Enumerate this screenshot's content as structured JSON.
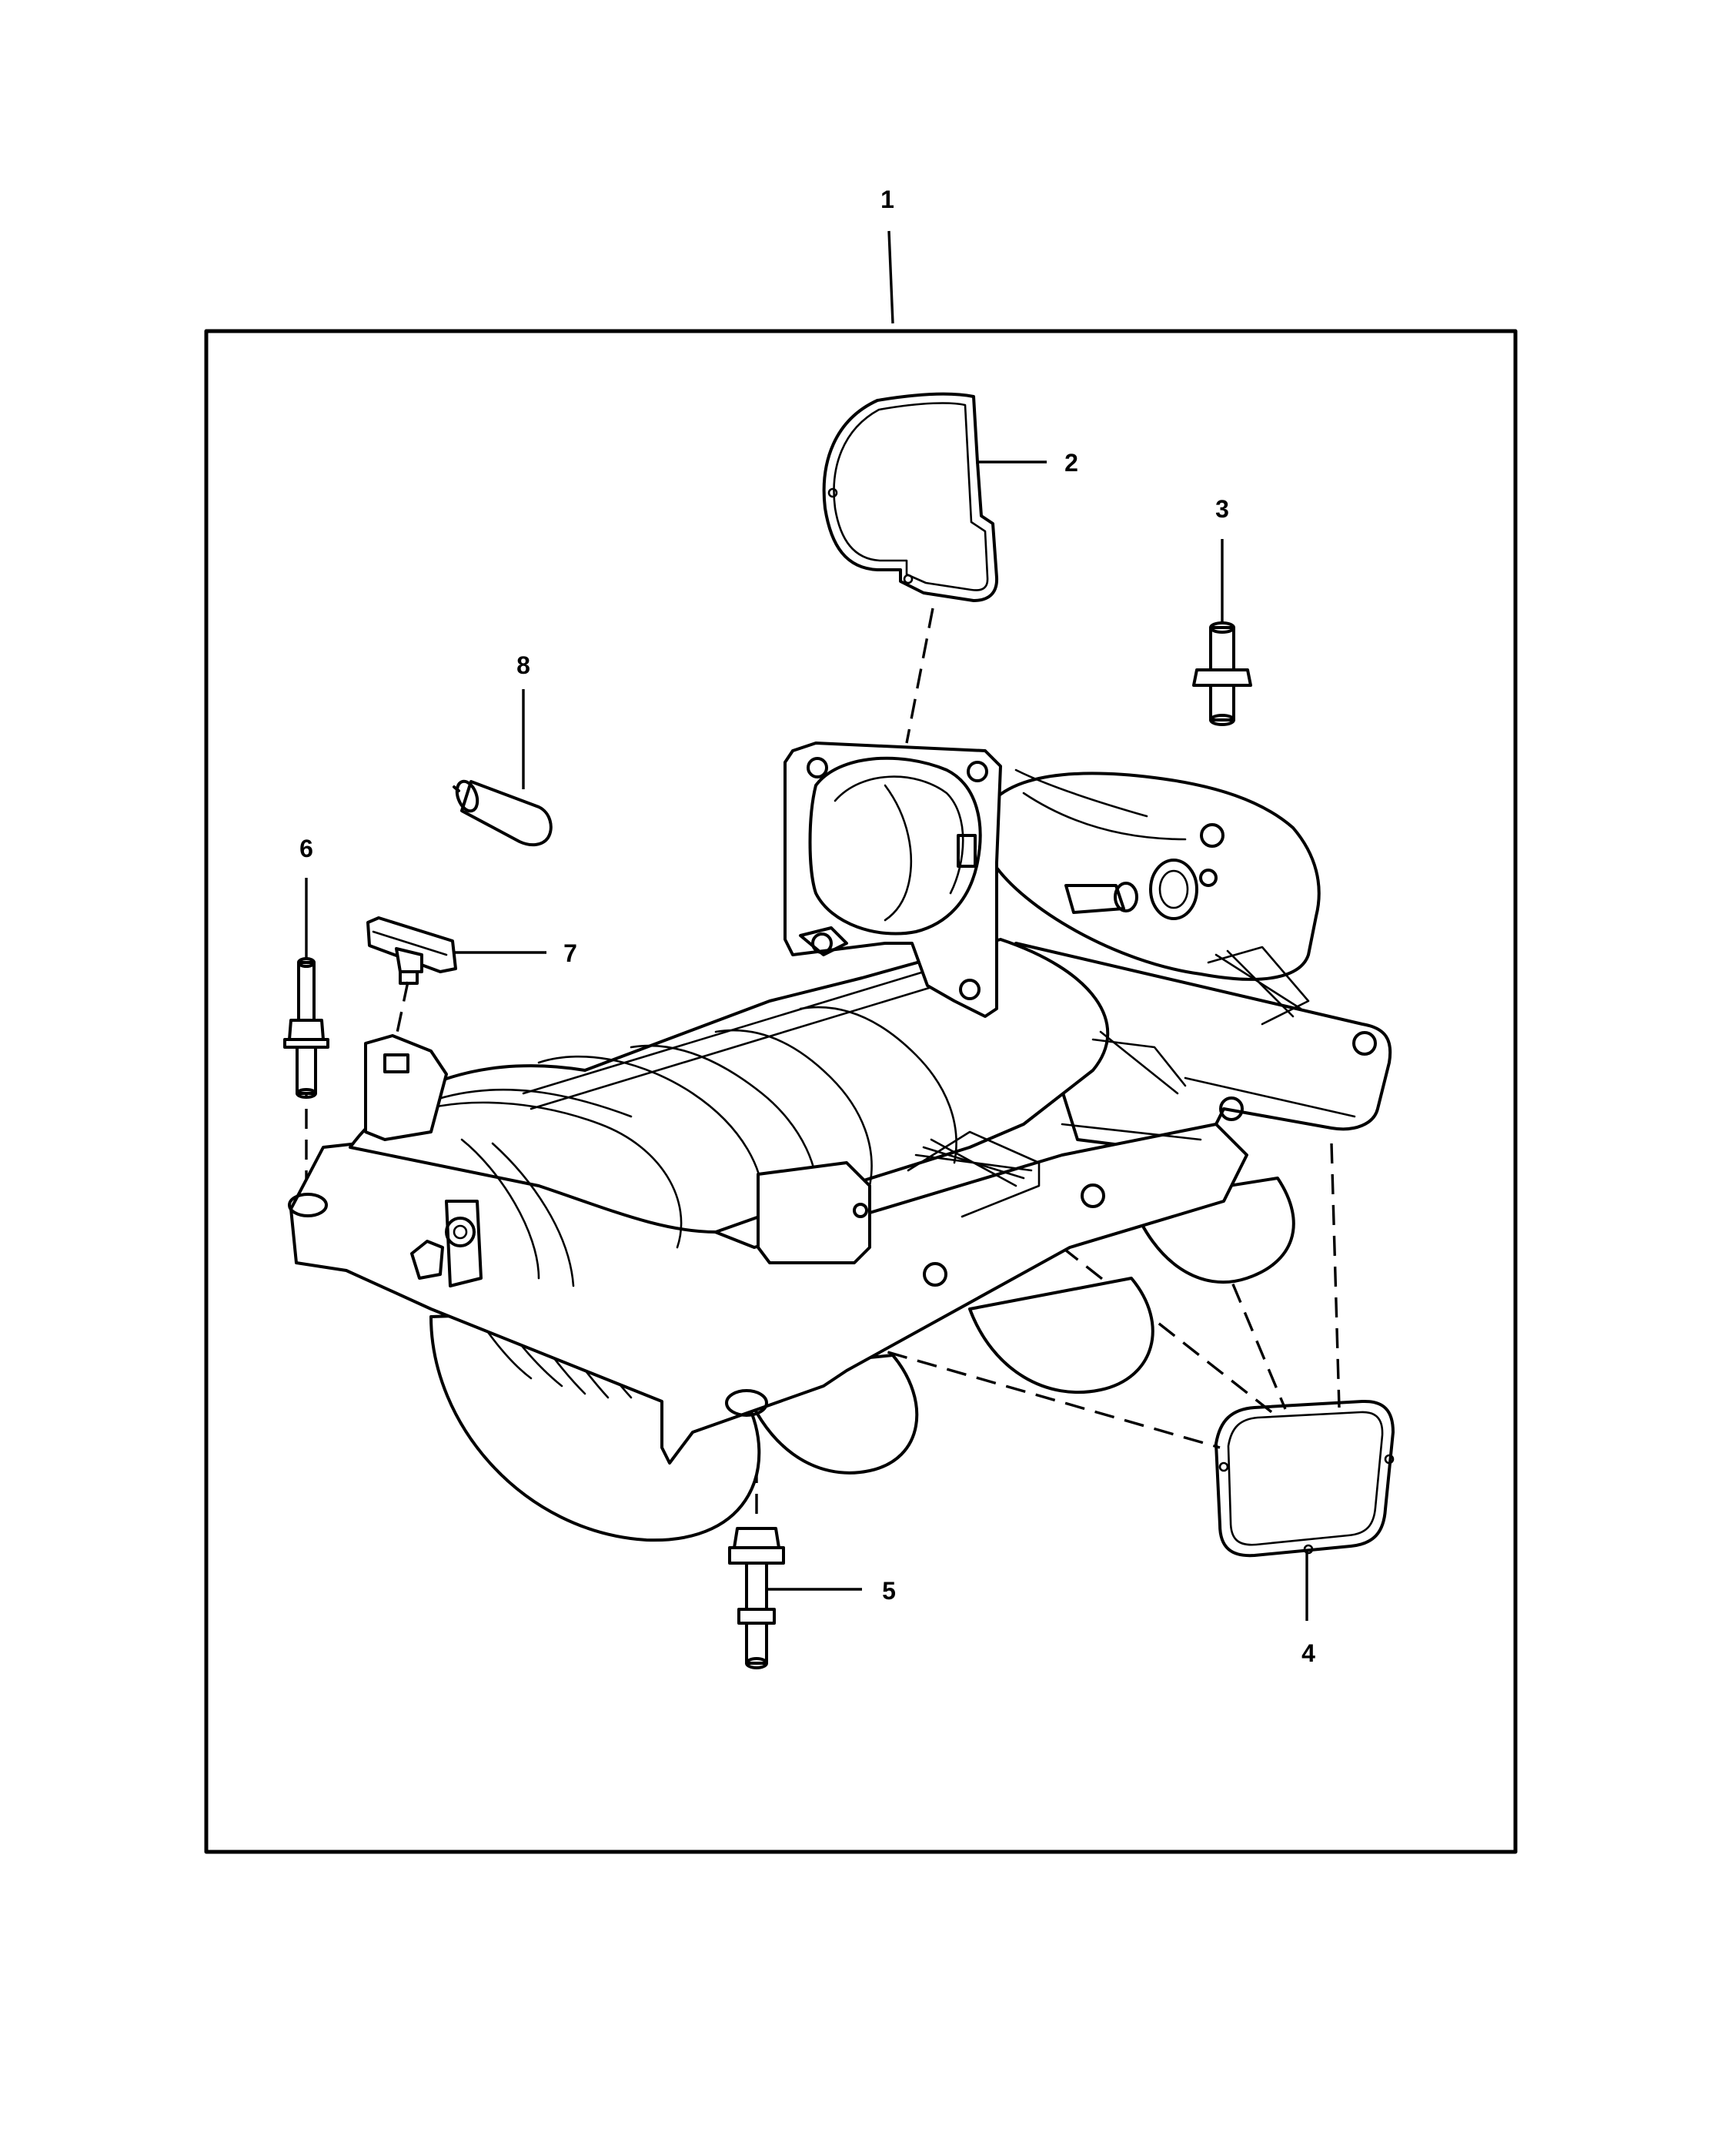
{
  "diagram": {
    "callouts": [
      {
        "id": "1",
        "label": "1"
      },
      {
        "id": "2",
        "label": "2"
      },
      {
        "id": "3",
        "label": "3"
      },
      {
        "id": "4",
        "label": "4"
      },
      {
        "id": "5",
        "label": "5"
      },
      {
        "id": "6",
        "label": "6"
      },
      {
        "id": "7",
        "label": "7"
      },
      {
        "id": "8",
        "label": "8"
      }
    ],
    "parts": [
      {
        "callout": "1",
        "icon": "intake-manifold-assembly"
      },
      {
        "callout": "2",
        "icon": "throttle-body-gasket"
      },
      {
        "callout": "3",
        "icon": "stud"
      },
      {
        "callout": "4",
        "icon": "intake-port-gasket"
      },
      {
        "callout": "5",
        "icon": "bolt"
      },
      {
        "callout": "6",
        "icon": "stud-bolt"
      },
      {
        "callout": "7",
        "icon": "sensor-connector"
      },
      {
        "callout": "8",
        "icon": "plug"
      }
    ]
  }
}
